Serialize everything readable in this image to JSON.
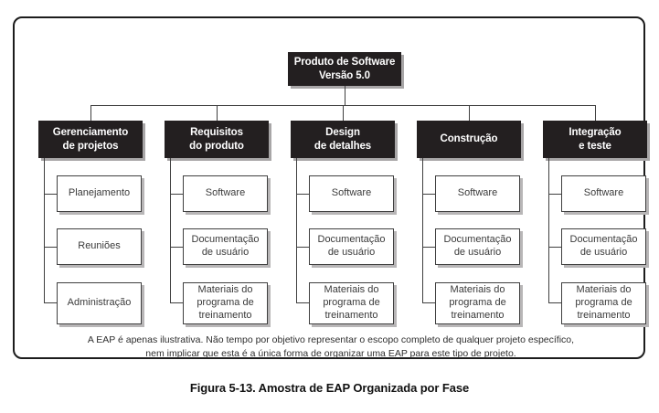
{
  "figure": {
    "caption": "Figura 5-13. Amostra de EAP Organizada por Fase",
    "note": "A EAP é apenas ilustrativa. Não tempo por objetivo representar o escopo completo de qualquer projeto específico,\nnem implicar que esta é a única forma de organizar uma EAP para este tipo de projeto."
  },
  "chart": {
    "type": "wbs-org-chart",
    "root": "Produto de Software\nVersão 5.0",
    "columns": [
      {
        "header": "Gerenciamento\nde projetos",
        "children": [
          "Planejamento",
          "Reuniões",
          "Administração"
        ]
      },
      {
        "header": "Requisitos\ndo produto",
        "children": [
          "Software",
          "Documentação\nde usuário",
          "Materiais do\nprograma de\ntreinamento"
        ]
      },
      {
        "header": "Design\nde detalhes",
        "children": [
          "Software",
          "Documentação\nde usuário",
          "Materiais do\nprograma de\ntreinamento"
        ]
      },
      {
        "header": "Construção",
        "children": [
          "Software",
          "Documentação\nde usuário",
          "Materiais do\nprograma de\ntreinamento"
        ]
      },
      {
        "header": "Integração\ne teste",
        "children": [
          "Software",
          "Documentação\nde usuário",
          "Materiais do\nprograma de\ntreinamento"
        ]
      }
    ],
    "colors": {
      "node_fill": "#231f20",
      "node_text": "#ffffff",
      "shadow": "#a8a6a7",
      "line": "#3f3f3f",
      "frame_border": "#1c1c1c"
    }
  }
}
